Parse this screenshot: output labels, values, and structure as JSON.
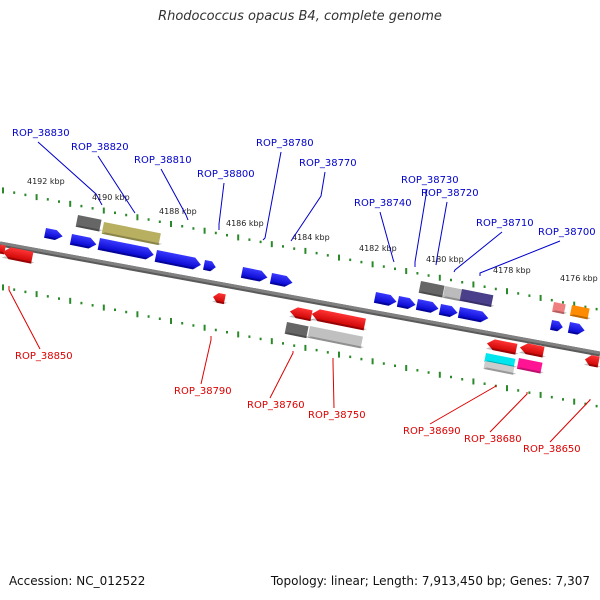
{
  "title": "Rhodococcus opacus B4, complete genome",
  "footer": {
    "accession": "Accession: NC_012522",
    "summary": "Topology: linear; Length: 7,913,450 bp; Genes: 7,307"
  },
  "colors": {
    "forward_label": "#0000cc",
    "reverse_label": "#dd0000",
    "axis": "#808080",
    "tick": "#2a8a2a"
  },
  "tick_labels": [
    "4192 kbp",
    "4190 kbp",
    "4188 kbp",
    "4186 kbp",
    "4184 kbp",
    "4182 kbp",
    "4180 kbp",
    "4178 kbp",
    "4176 kbp"
  ],
  "forward_genes": [
    "ROP_38830",
    "ROP_38820",
    "ROP_38810",
    "ROP_38800",
    "ROP_38780",
    "ROP_38770",
    "ROP_38740",
    "ROP_38730",
    "ROP_38720",
    "ROP_38710",
    "ROP_38700"
  ],
  "reverse_genes": [
    "ROP_38850",
    "ROP_38790",
    "ROP_38760",
    "ROP_38750",
    "ROP_38690",
    "ROP_38680",
    "ROP_38650"
  ]
}
